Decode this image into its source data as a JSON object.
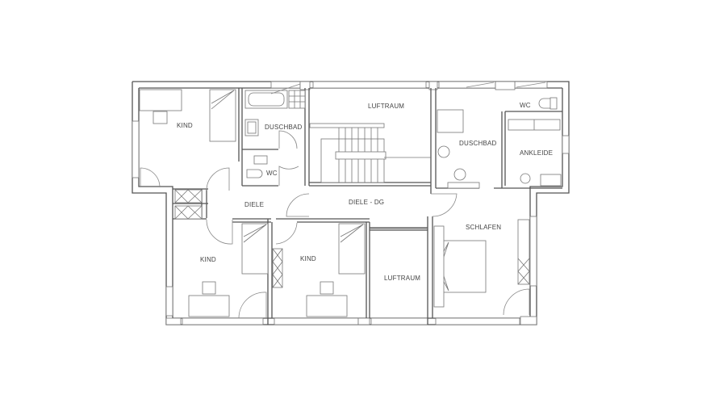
{
  "rooms": {
    "kind_top_left": "KIND",
    "duschbad_left": "DUSCHBAD",
    "wc_left": "WC",
    "luftraum_top": "LUFTRAUM",
    "wc_right": "WC",
    "duschbad_right": "DUSCHBAD",
    "ankleide": "ANKLEIDE",
    "diele": "DIELE",
    "diele_dg": "DIELE - DG",
    "schlafen": "SCHLAFEN",
    "kind_bottom_left": "KIND",
    "kind_bottom_mid": "KIND",
    "luftraum_bottom": "LUFTRAUM"
  }
}
